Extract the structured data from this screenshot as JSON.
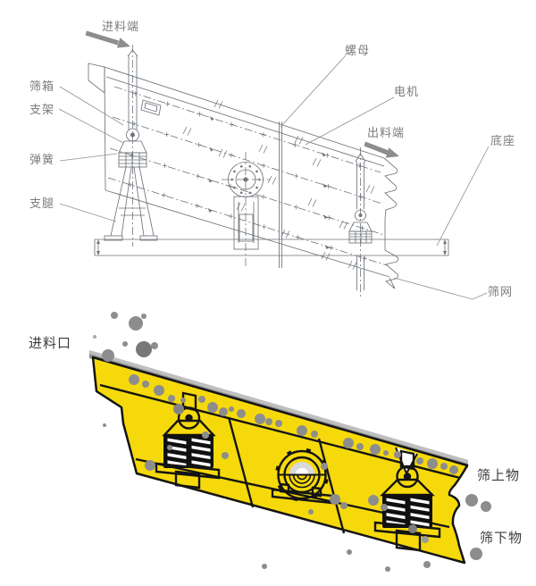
{
  "top_diagram": {
    "labels": {
      "feed_end": "进料端",
      "nut": "螺母",
      "screen_box": "筛箱",
      "support_frame": "支架",
      "motor": "电机",
      "discharge_end": "出料端",
      "spring": "弹簧",
      "base": "底座",
      "support_leg": "支腿",
      "screen_mesh": "筛网"
    },
    "line_color": "#6f747a",
    "arrow_color": "#8d8d8d"
  },
  "bottom_diagram": {
    "labels": {
      "feed_inlet": "进料口",
      "oversize": "筛上物",
      "undersize": "筛下物"
    },
    "colors": {
      "body": "#f6d90a",
      "bar": "#8f8f8f",
      "bar_top": "#bfbfbf",
      "outline": "#141414",
      "particle": "#8d8d8d"
    },
    "particles": [
      [
        128,
        353,
        4
      ],
      [
        152,
        362,
        8
      ],
      [
        161,
        354,
        3
      ],
      [
        140,
        385,
        3
      ],
      [
        161,
        391,
        9,
        "#787878"
      ],
      [
        173,
        387,
        4
      ],
      [
        121,
        398,
        7
      ],
      [
        106,
        377,
        2,
        "#ababab"
      ],
      [
        150,
        425,
        6
      ],
      [
        163,
        430,
        4
      ],
      [
        178,
        437,
        6
      ],
      [
        192,
        446,
        4
      ],
      [
        205,
        448,
        3
      ],
      [
        226,
        447,
        4
      ],
      [
        238,
        456,
        6
      ],
      [
        250,
        461,
        5
      ],
      [
        259,
        458,
        3
      ],
      [
        270,
        463,
        5
      ],
      [
        291,
        469,
        6
      ],
      [
        301,
        472,
        4
      ],
      [
        312,
        474,
        4
      ],
      [
        338,
        482,
        6
      ],
      [
        352,
        486,
        4
      ],
      [
        390,
        496,
        6
      ],
      [
        403,
        500,
        4
      ],
      [
        420,
        503,
        6
      ],
      [
        432,
        507,
        3
      ],
      [
        445,
        509,
        4
      ],
      [
        470,
        516,
        4
      ],
      [
        484,
        519,
        6
      ],
      [
        497,
        522,
        4
      ],
      [
        508,
        526,
        5
      ],
      [
        200,
        458,
        6,
        "#848484"
      ],
      [
        230,
        487,
        4
      ],
      [
        252,
        510,
        4
      ],
      [
        190,
        501,
        3
      ],
      [
        168,
        521,
        6
      ],
      [
        363,
        522,
        4
      ],
      [
        375,
        559,
        6
      ],
      [
        385,
        566,
        4
      ],
      [
        348,
        573,
        3
      ],
      [
        418,
        560,
        6
      ],
      [
        430,
        568,
        4
      ],
      [
        462,
        592,
        5,
        "#7d7d7d"
      ],
      [
        476,
        604,
        4,
        "#9a9a9a"
      ],
      [
        528,
        560,
        7
      ],
      [
        544,
        567,
        6
      ],
      [
        533,
        620,
        7
      ],
      [
        478,
        632,
        4
      ],
      [
        434,
        637,
        3
      ],
      [
        296,
        634,
        3
      ],
      [
        391,
        618,
        3
      ],
      [
        117,
        476,
        2
      ]
    ]
  }
}
